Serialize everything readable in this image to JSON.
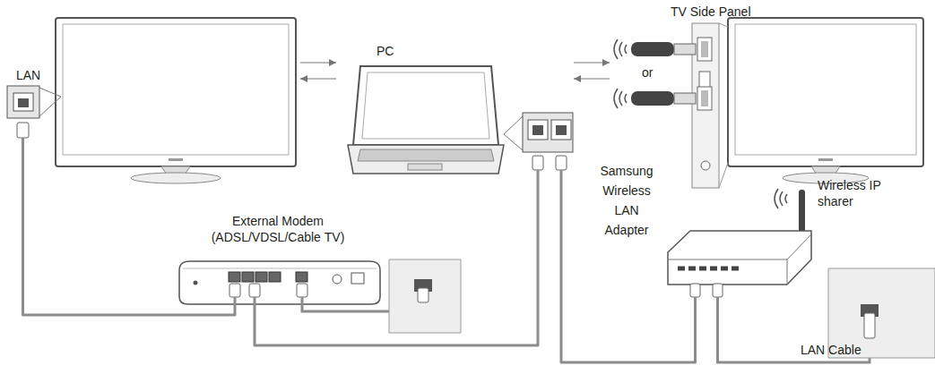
{
  "diagram": {
    "nodes": [
      {
        "text": [
          "LAN"
        ]
      },
      {
        "text": [
          "PC"
        ]
      },
      {
        "text": [
          "TV Side Panel"
        ]
      },
      {
        "text": [
          "External Modem (ADSL/VDSL/Cable TV)"
        ]
      },
      {
        "text": [
          "Wireless IP sharer"
        ]
      }
    ],
    "edges": [
      {
        "from": 0,
        "to": 1,
        "arrow": "both"
      },
      {
        "from": 1,
        "to": 2,
        "arrow": "both"
      },
      {
        "from": 0,
        "to": 3,
        "arrow": "none"
      },
      {
        "from": 3,
        "to": 1,
        "arrow": "none"
      },
      {
        "from": 1,
        "to": 4,
        "arrow": "none"
      }
    ],
    "labels": [
      "or",
      "Samsung Wireless LAN Adapter",
      "LAN Cable"
    ]
  }
}
